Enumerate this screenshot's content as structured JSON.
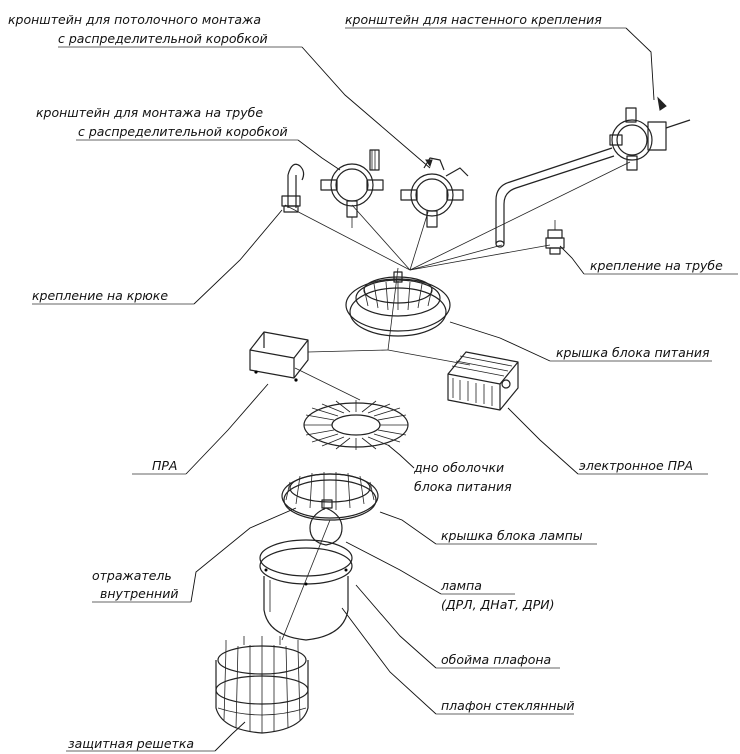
{
  "labels": {
    "ceiling_bracket": [
      "кронштейн для потолочного монтажа",
      "с распределительной коробкой"
    ],
    "wall_bracket": [
      "кронштейн для настенного крепления"
    ],
    "pipe_bracket": [
      "кронштейн для монтажа на трубе",
      "с распределительной коробкой"
    ],
    "pipe_mount": [
      "крепление на трубе"
    ],
    "hook_mount": [
      "крепление на крюке"
    ],
    "psu_cover": [
      "крышка блока питания"
    ],
    "ballast": [
      "ПРА"
    ],
    "electronic_ballast": [
      "электронное ПРА"
    ],
    "psu_shell_bottom": [
      "дно оболочки",
      "блока питания"
    ],
    "lamp_block_cover": [
      "крышка блока лампы"
    ],
    "reflector": [
      "отражатель",
      "внутренний"
    ],
    "lamp": [
      "лампа",
      "(ДРЛ, ДНаТ, ДРИ)"
    ],
    "diffuser_holder": [
      "обойма плафона"
    ],
    "glass_diffuser": [
      "плафон стеклянный"
    ],
    "protective_grid": [
      "защитная решетка"
    ]
  }
}
